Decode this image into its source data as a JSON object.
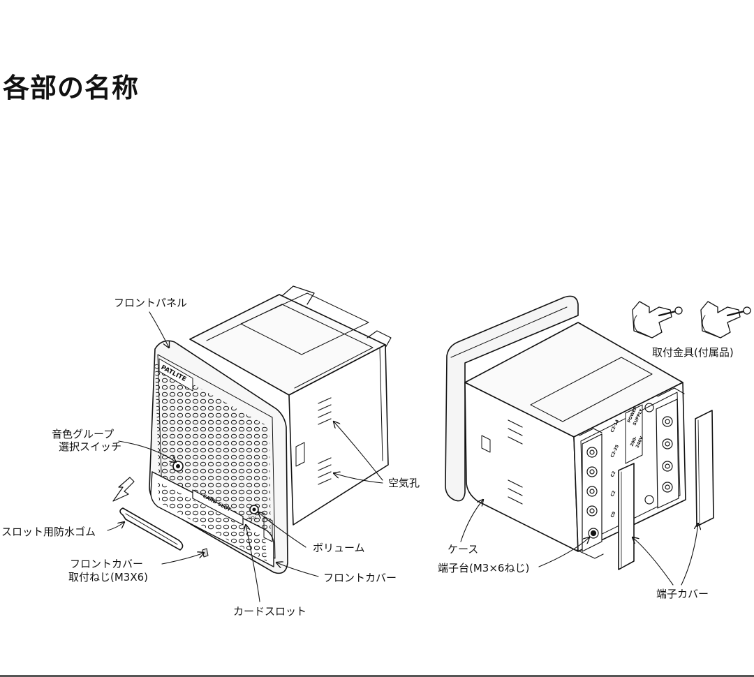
{
  "title": "各部の名称",
  "labels": {
    "front_panel": "フロントパネル",
    "tone_switch_l1": "音色グループ",
    "tone_switch_l2": "選択スイッチ",
    "slot_gasket": "スロット用防水ゴム",
    "front_cover_screw_l1": "フロントカバー",
    "front_cover_screw_l2": "取付ねじ(M3X6)",
    "card_slot": "カードスロット",
    "air_holes": "空気孔",
    "volume": "ボリューム",
    "front_cover": "フロントカバー",
    "case": "ケース",
    "terminal_block": "端子台(M3×6ねじ)",
    "terminal_cover": "端子カバー",
    "mounting_bracket": "取付金具(付属品)"
  },
  "device_printing": {
    "brand": "PATLITE",
    "card_slot": "CARD SLOT",
    "vol": "VOL",
    "power_supply_1": "POWER",
    "power_supply_2": "SUPPLY",
    "voltage_1": "200-",
    "voltage_2": "240V",
    "terminals": [
      "C2-14",
      "C2-25",
      "C2",
      "C2",
      "C0"
    ]
  },
  "colors": {
    "line": "#111111",
    "panel_fill": "#f7f7f7",
    "shade": "#e9e9e9"
  }
}
